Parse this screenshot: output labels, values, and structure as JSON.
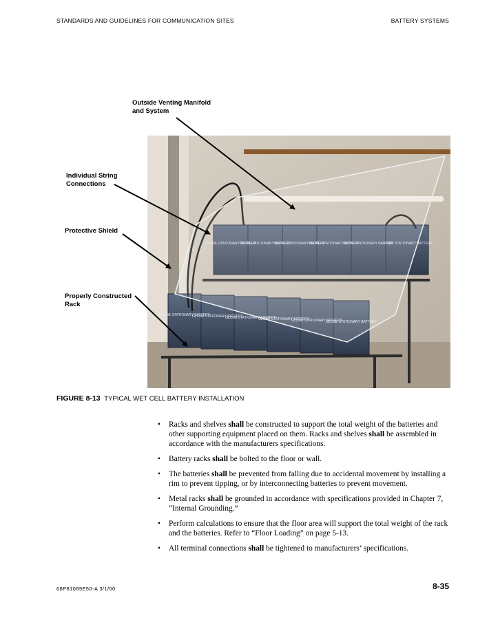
{
  "header": {
    "left": "STANDARDS AND GUIDELINES FOR COMMUNICATION SITES",
    "right": "BATTERY SYSTEMS"
  },
  "figure": {
    "callouts": [
      "Outside Venting Manifold\nand System",
      "Individual String\nConnections",
      "Protective Shield",
      "Properly Constructed\nRack"
    ],
    "battery_label": "GLOBE STATIONARY BATTERY",
    "caption_label": "FIGURE 8-13",
    "caption_text": "TYPICAL WET CELL BATTERY INSTALLATION"
  },
  "bullets": [
    [
      {
        "t": "Racks and shelves "
      },
      {
        "t": "shall",
        "b": true
      },
      {
        "t": " be constructed to support the total weight of the batteries and other supporting equipment placed on them. Racks and shelves "
      },
      {
        "t": "shall",
        "b": true
      },
      {
        "t": " be assembled in accordance with the manufacturers specifications."
      }
    ],
    [
      {
        "t": "Battery racks "
      },
      {
        "t": "shall",
        "b": true
      },
      {
        "t": " be bolted to the floor or wall."
      }
    ],
    [
      {
        "t": "The batteries "
      },
      {
        "t": "shall",
        "b": true
      },
      {
        "t": " be prevented from falling due to accidental movement by installing a rim to prevent tipping, or by interconnecting batteries to prevent movement."
      }
    ],
    [
      {
        "t": "Metal racks "
      },
      {
        "t": "shall",
        "b": true
      },
      {
        "t": " be grounded in accordance with specifications provided in Chapter 7, “Internal Grounding.”"
      }
    ],
    [
      {
        "t": "Perform calculations to ensure that the floor area will support the total weight of the rack and the batteries. Refer to “Floor Loading” on page 5-13."
      }
    ],
    [
      {
        "t": "All terminal connections "
      },
      {
        "t": "shall",
        "b": true
      },
      {
        "t": " be tightened to manufacturers’ specifications."
      }
    ]
  ],
  "footer": {
    "left": "68P81089E50-A   3/1/00",
    "right": "8-35"
  }
}
